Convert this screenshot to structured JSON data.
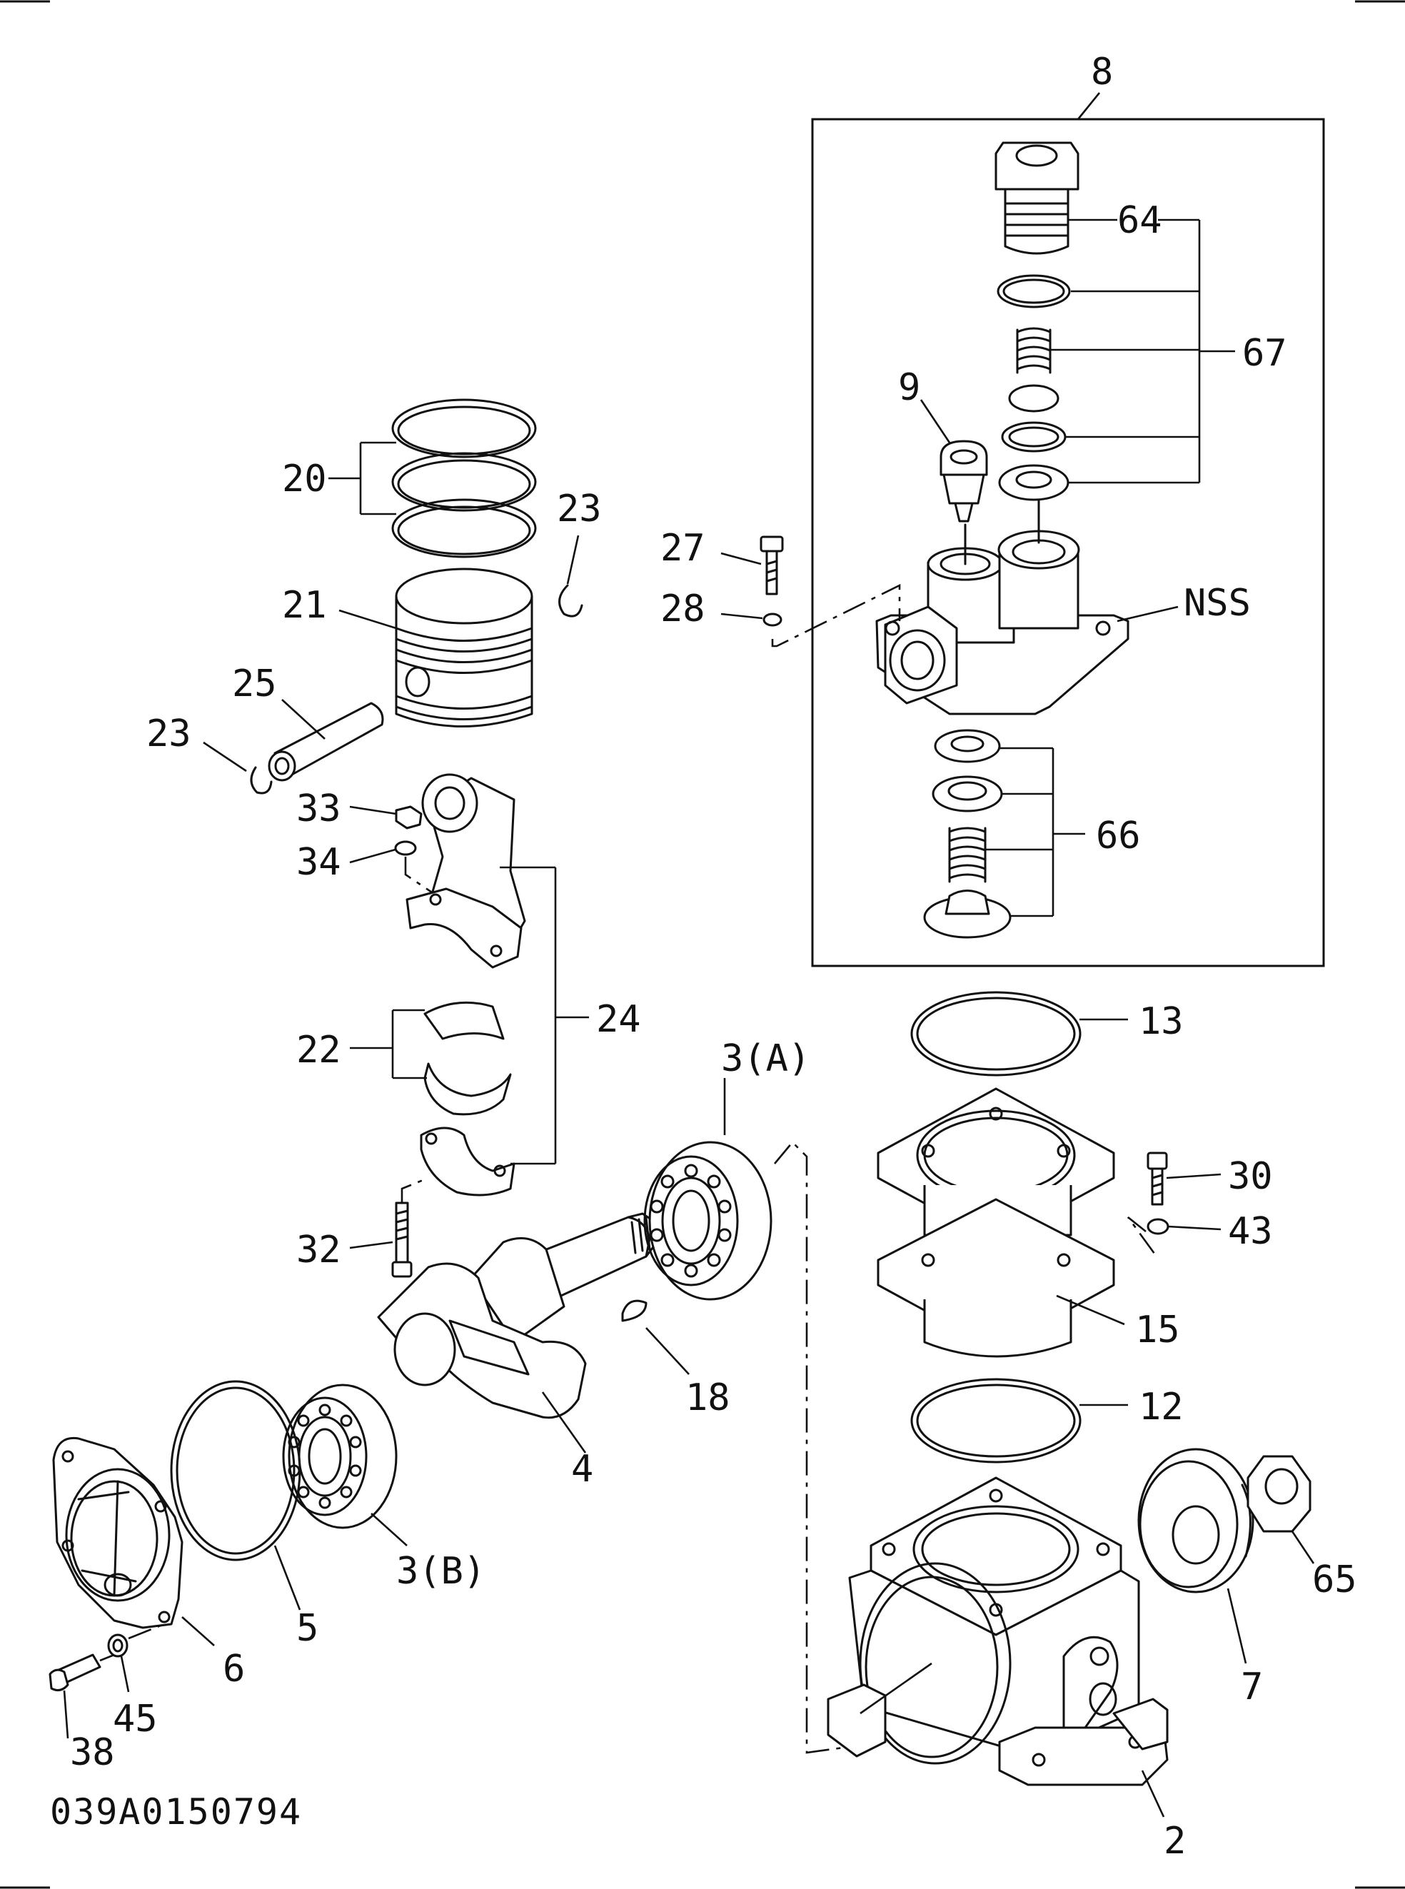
{
  "document_number": "039A0150794",
  "callouts": {
    "c8": "8",
    "c64": "64",
    "c67": "67",
    "c9": "9",
    "cNSS": "NSS",
    "c27": "27",
    "c28": "28",
    "c66": "66",
    "c20": "20",
    "c23a": "23",
    "c21": "21",
    "c25": "25",
    "c23b": "23",
    "c33": "33",
    "c34": "34",
    "c24": "24",
    "c22": "22",
    "c32": "32",
    "c3A": "3(A)",
    "c13": "13",
    "c30": "30",
    "c43": "43",
    "c15": "15",
    "c18": "18",
    "c12": "12",
    "c4": "4",
    "c3B": "3(B)",
    "c5": "5",
    "c6": "6",
    "c7": "7",
    "c65": "65",
    "c45": "45",
    "c38": "38",
    "c2": "2"
  }
}
